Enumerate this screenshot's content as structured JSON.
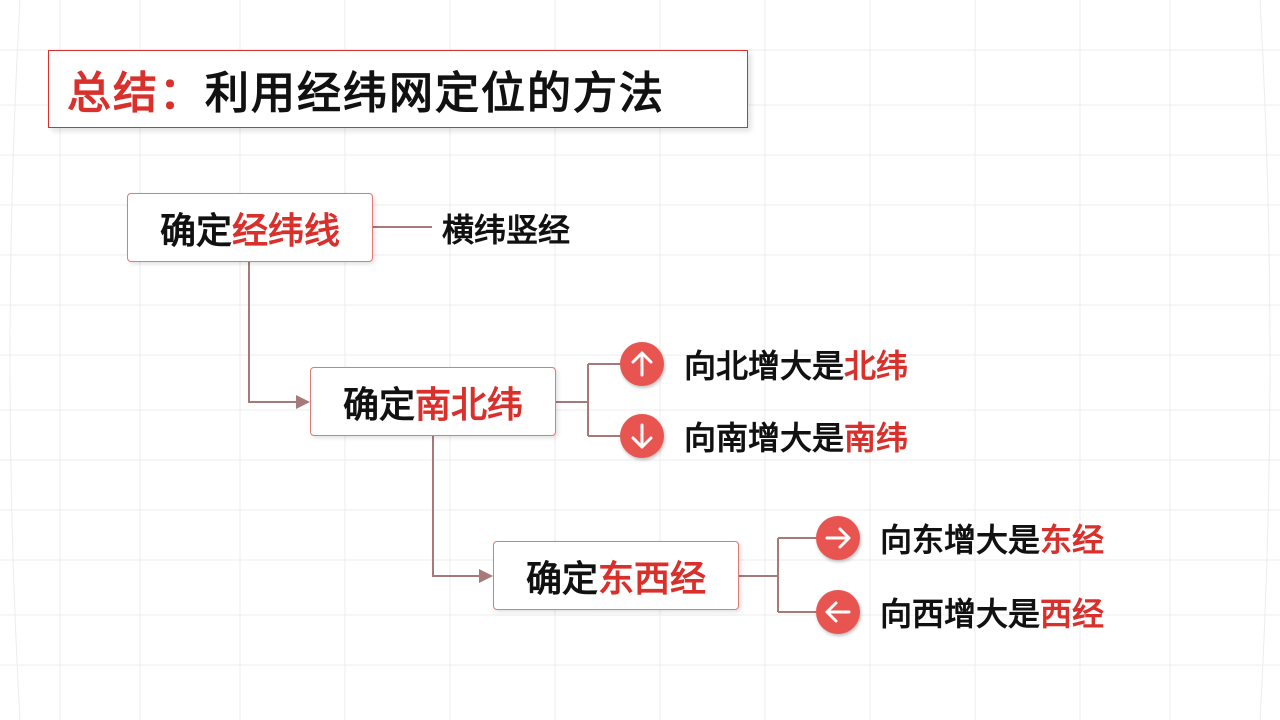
{
  "title": {
    "prefix": "总结：",
    "text": "利用经纬网定位的方法"
  },
  "nodes": {
    "lines": {
      "prefix": "确定",
      "highlight": "经纬线",
      "note": "横纬竖经"
    },
    "ns": {
      "prefix": "确定",
      "highlight": "南北纬",
      "north": {
        "text": "向北增大是",
        "highlight": "北纬"
      },
      "south": {
        "text": "向南增大是",
        "highlight": "南纬"
      }
    },
    "ew": {
      "prefix": "确定",
      "highlight": "东西经",
      "east": {
        "text": "向东增大是",
        "highlight": "东经"
      },
      "west": {
        "text": "向西增大是",
        "highlight": "西经"
      }
    }
  },
  "icons": {
    "north": "arrow-up-icon",
    "south": "arrow-down-icon",
    "east": "arrow-right-icon",
    "west": "arrow-left-icon"
  },
  "colors": {
    "accent": "#d9302c",
    "icon_fill": "#e85550",
    "connector": "#a57a78"
  }
}
